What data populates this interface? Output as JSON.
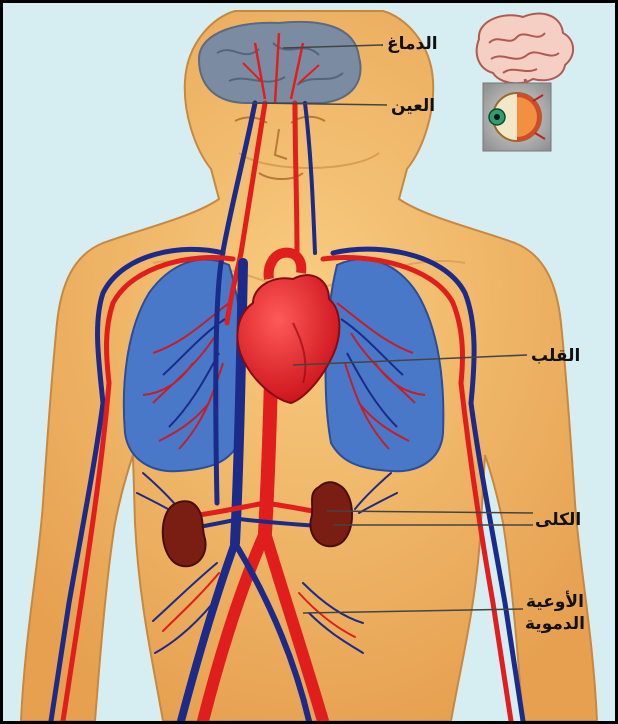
{
  "labels": {
    "brain": "الدماغ",
    "eye": "العين",
    "heart": "القلب",
    "kidneys": "الكلى",
    "vessels_line1": "الأوعية",
    "vessels_line2": "الدموية"
  },
  "colors": {
    "background": "#d6eef2",
    "skin": "#f2b868",
    "lungs": "#4a78c8",
    "artery": "#e01e1e",
    "vein": "#1c2a8a",
    "heart": "#e8202a",
    "kidney": "#7a1e14",
    "brain": "#7a8aa0"
  },
  "icons": [
    "brain-icon",
    "eye-icon"
  ]
}
